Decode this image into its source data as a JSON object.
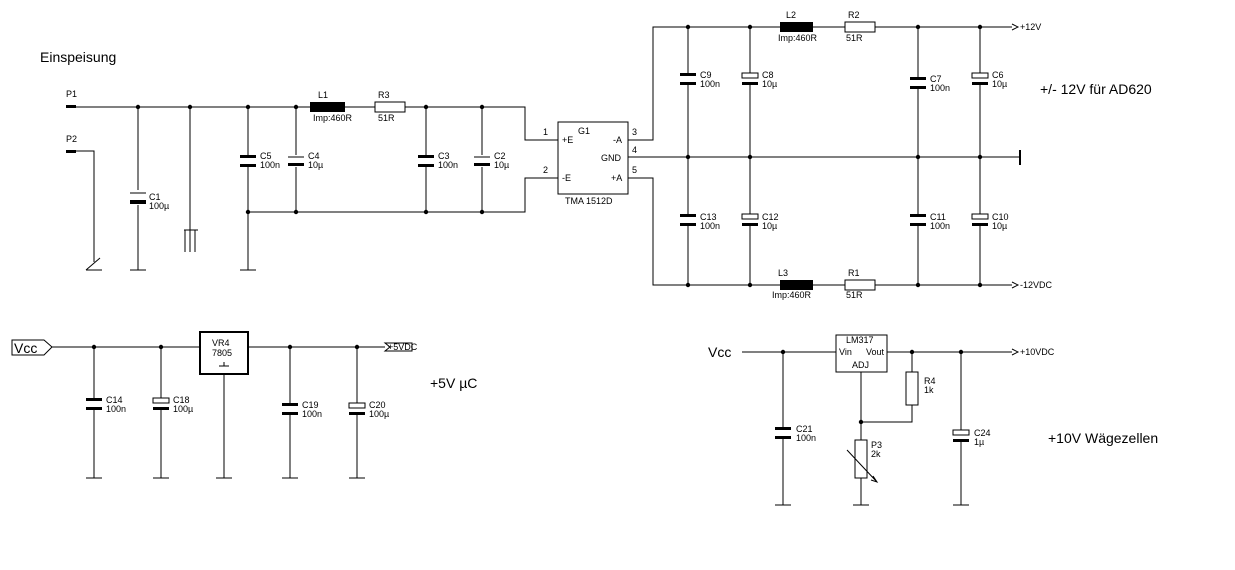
{
  "titles": {
    "feed": "Einspeisung",
    "dual": "+/- 12V für AD620",
    "uc": "+5V µC",
    "load": "+10V Wägezellen"
  },
  "ports": {
    "p1": "P1",
    "p2": "P2"
  },
  "components": {
    "C1": {
      "ref": "C1",
      "val": "100µ"
    },
    "C2": {
      "ref": "C2",
      "val": "10µ"
    },
    "C3": {
      "ref": "C3",
      "val": "100n"
    },
    "C4": {
      "ref": "C4",
      "val": "10µ"
    },
    "C5": {
      "ref": "C5",
      "val": "100n"
    },
    "C6": {
      "ref": "C6",
      "val": "10µ"
    },
    "C7": {
      "ref": "C7",
      "val": "100n"
    },
    "C8": {
      "ref": "C8",
      "val": "10µ"
    },
    "C9": {
      "ref": "C9",
      "val": "100n"
    },
    "C10": {
      "ref": "C10",
      "val": "10µ"
    },
    "C11": {
      "ref": "C11",
      "val": "100n"
    },
    "C12": {
      "ref": "C12",
      "val": "10µ"
    },
    "C13": {
      "ref": "C13",
      "val": "100n"
    },
    "C14": {
      "ref": "C14",
      "val": "100n"
    },
    "C18": {
      "ref": "C18",
      "val": "100µ"
    },
    "C19": {
      "ref": "C19",
      "val": "100n"
    },
    "C20": {
      "ref": "C20",
      "val": "100µ"
    },
    "C21": {
      "ref": "C21",
      "val": "100n"
    },
    "C24": {
      "ref": "C24",
      "val": "1µ"
    },
    "L1": {
      "ref": "L1",
      "val": "Imp:460R"
    },
    "L2": {
      "ref": "L2",
      "val": "Imp:460R"
    },
    "L3": {
      "ref": "L3",
      "val": "Imp:460R"
    },
    "R1": {
      "ref": "R1",
      "val": "51R"
    },
    "R2": {
      "ref": "R2",
      "val": "51R"
    },
    "R3": {
      "ref": "R3",
      "val": "51R"
    },
    "R4": {
      "ref": "R4",
      "val": "1k"
    },
    "P3": {
      "ref": "P3",
      "val": "2k"
    }
  },
  "g1": {
    "ref": "G1",
    "part": "TMA 1512D",
    "pin1": "1",
    "pin2": "2",
    "pin3": "3",
    "pin4": "4",
    "pin5": "5",
    "plusE": "+E",
    "minusE": "-E",
    "minusA": "-A",
    "gnd": "GND",
    "plusA": "+A"
  },
  "vr4": {
    "ref": "VR4",
    "part": "7805"
  },
  "lm317": {
    "part": "LM317",
    "vin": "Vin",
    "vout": "Vout",
    "adj": "ADJ"
  },
  "nets": {
    "p12": "+12V",
    "m12": "-12VDC",
    "p5": "+5VDC",
    "p10": "+10VDC",
    "vcc": "Vcc",
    "vcc2": "Vcc",
    "earth": "⏚"
  }
}
